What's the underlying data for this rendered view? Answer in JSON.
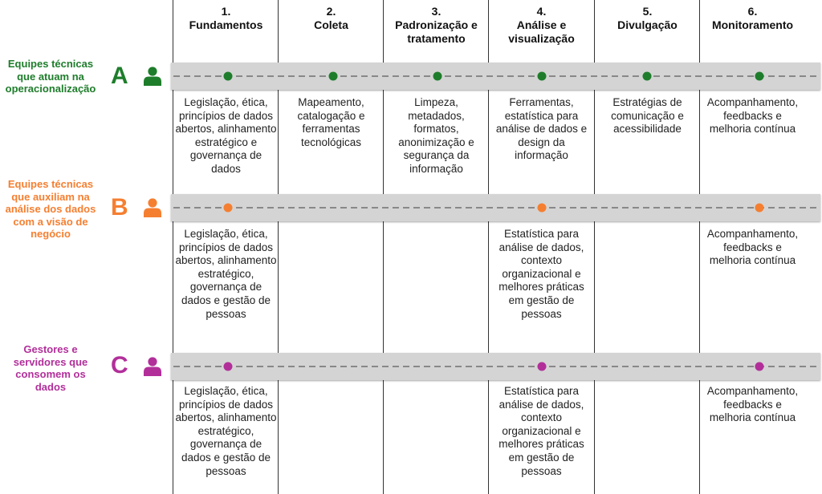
{
  "colors": {
    "A": "#1e7d2b",
    "B": "#f57f31",
    "C": "#b22f9a",
    "band": "#d4d4d4",
    "dash": "#6e6e6e"
  },
  "columns": [
    {
      "num": "1.",
      "title": "Fundamentos"
    },
    {
      "num": "2.",
      "title": "Coleta"
    },
    {
      "num": "3.",
      "title": "Padronização e tratamento"
    },
    {
      "num": "4.",
      "title": "Análise e visualização"
    },
    {
      "num": "5.",
      "title": "Divulgação"
    },
    {
      "num": "6.",
      "title": "Monitoramento"
    }
  ],
  "groups": [
    {
      "letter": "A",
      "label": "Equipes técnicas que atuam na operacionalização",
      "icon": "person-icon",
      "stages": [
        1,
        2,
        3,
        4,
        5,
        6
      ],
      "cells": [
        "Legislação, ética, princípios de dados abertos, alinhamento estratégico e governança de dados",
        "Mapeamento, catalogação e ferramentas tecnológicas",
        "Limpeza, metadados, formatos, anonimização e segurança da informação",
        "Ferramentas, estatística para análise de dados e design da informação",
        "Estratégias de comunicação e acessibilidade",
        "Acompanhamento, feedbacks e melhoria contínua"
      ]
    },
    {
      "letter": "B",
      "label": "Equipes técnicas que auxiliam na análise dos dados com a visão de negócio",
      "icon": "person-icon",
      "stages": [
        1,
        4,
        6
      ],
      "cells": [
        "Legislação, ética, princípios de dados abertos, alinhamento estratégico, governança de dados e gestão de pessoas",
        "",
        "",
        "Estatística para análise de dados, contexto organizacional e melhores práticas em gestão de pessoas",
        "",
        "Acompanhamento, feedbacks e melhoria contínua"
      ]
    },
    {
      "letter": "C",
      "label": "Gestores e servidores que consomem os dados",
      "icon": "person-icon",
      "stages": [
        1,
        4,
        6
      ],
      "cells": [
        "Legislação, ética, princípios de dados abertos, alinhamento estratégico, governança de dados e gestão de pessoas",
        "",
        "",
        "Estatística para análise de dados, contexto organizacional e melhores práticas em gestão de pessoas",
        "",
        "Acompanhamento, feedbacks e melhoria contínua"
      ]
    }
  ]
}
